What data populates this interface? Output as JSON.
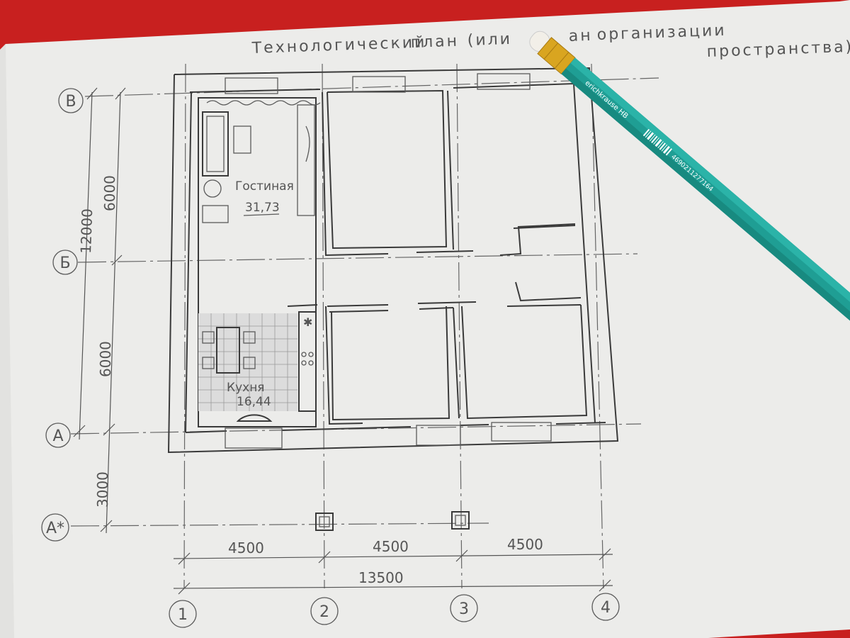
{
  "title": {
    "line1_a": "Технологический",
    "line1_b": "план",
    "line1_c": "(или",
    "line1_d": "ан",
    "line1_e": "организации",
    "line2": "пространства)"
  },
  "axes": {
    "vertical": [
      "1",
      "2",
      "3",
      "4"
    ],
    "horizontal": [
      "В",
      "Б",
      "А",
      "А*"
    ]
  },
  "dimensions": {
    "bay_1": "4500",
    "bay_2": "4500",
    "bay_3": "4500",
    "total_width": "13500",
    "span_vb": "6000",
    "span_ba": "6000",
    "span_aa": "3000",
    "total_depth": "12000"
  },
  "rooms": {
    "living_name": "Гостиная",
    "living_area": "31,73",
    "kitchen_name": "Кухня",
    "kitchen_area": "16,44"
  },
  "pencil": {
    "brand": "erichkrause HB",
    "barcode": "4690211277164",
    "color": "#1f9e94"
  },
  "colors": {
    "background": "#c8201f",
    "paper": "#ececea",
    "pencil_body": "#1f9e94",
    "ferrule": "#d9a520"
  }
}
